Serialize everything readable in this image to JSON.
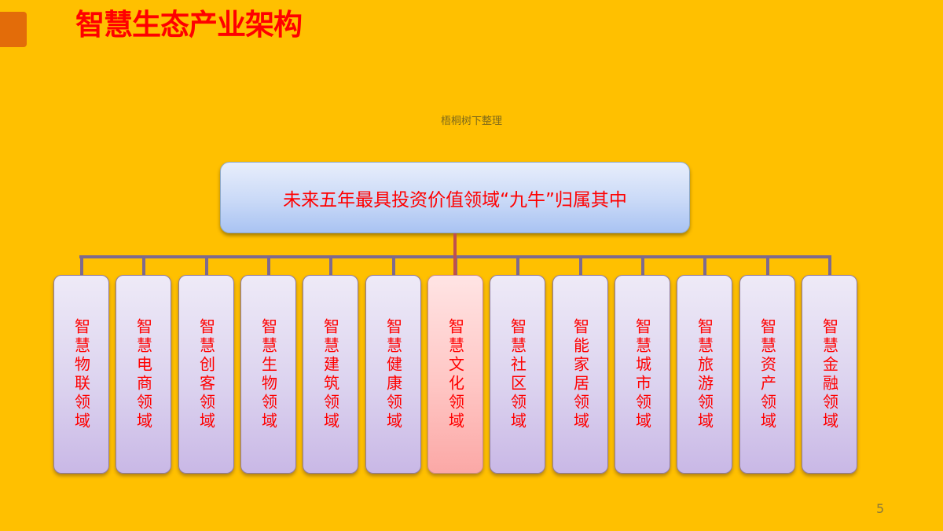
{
  "slide": {
    "title": "智慧生态产业架构",
    "credit": "梧桐树下整理",
    "page_number": "5"
  },
  "colors": {
    "background": "#FFC000",
    "accent_square": "#E36C09",
    "text_red": "#FF0000",
    "connector": "#7E6A8E",
    "connector_highlight": "#C0504D"
  },
  "diagram": {
    "root": {
      "label": "未来五年最具投资价值领域“九牛”归属其中"
    },
    "leaves": [
      {
        "label": "智慧物联领域",
        "highlight": false
      },
      {
        "label": "智慧电商领域",
        "highlight": false
      },
      {
        "label": "智慧创客领域",
        "highlight": false
      },
      {
        "label": "智慧生物领域",
        "highlight": false
      },
      {
        "label": "智慧建筑领域",
        "highlight": false
      },
      {
        "label": "智慧健康领域",
        "highlight": false
      },
      {
        "label": "智慧文化领域",
        "highlight": true
      },
      {
        "label": "智慧社区领域",
        "highlight": false
      },
      {
        "label": "智能家居领域",
        "highlight": false
      },
      {
        "label": "智慧城市领域",
        "highlight": false
      },
      {
        "label": "智慧旅游领域",
        "highlight": false
      },
      {
        "label": "智慧资产领域",
        "highlight": false
      },
      {
        "label": "智慧金融领域",
        "highlight": false
      }
    ]
  }
}
